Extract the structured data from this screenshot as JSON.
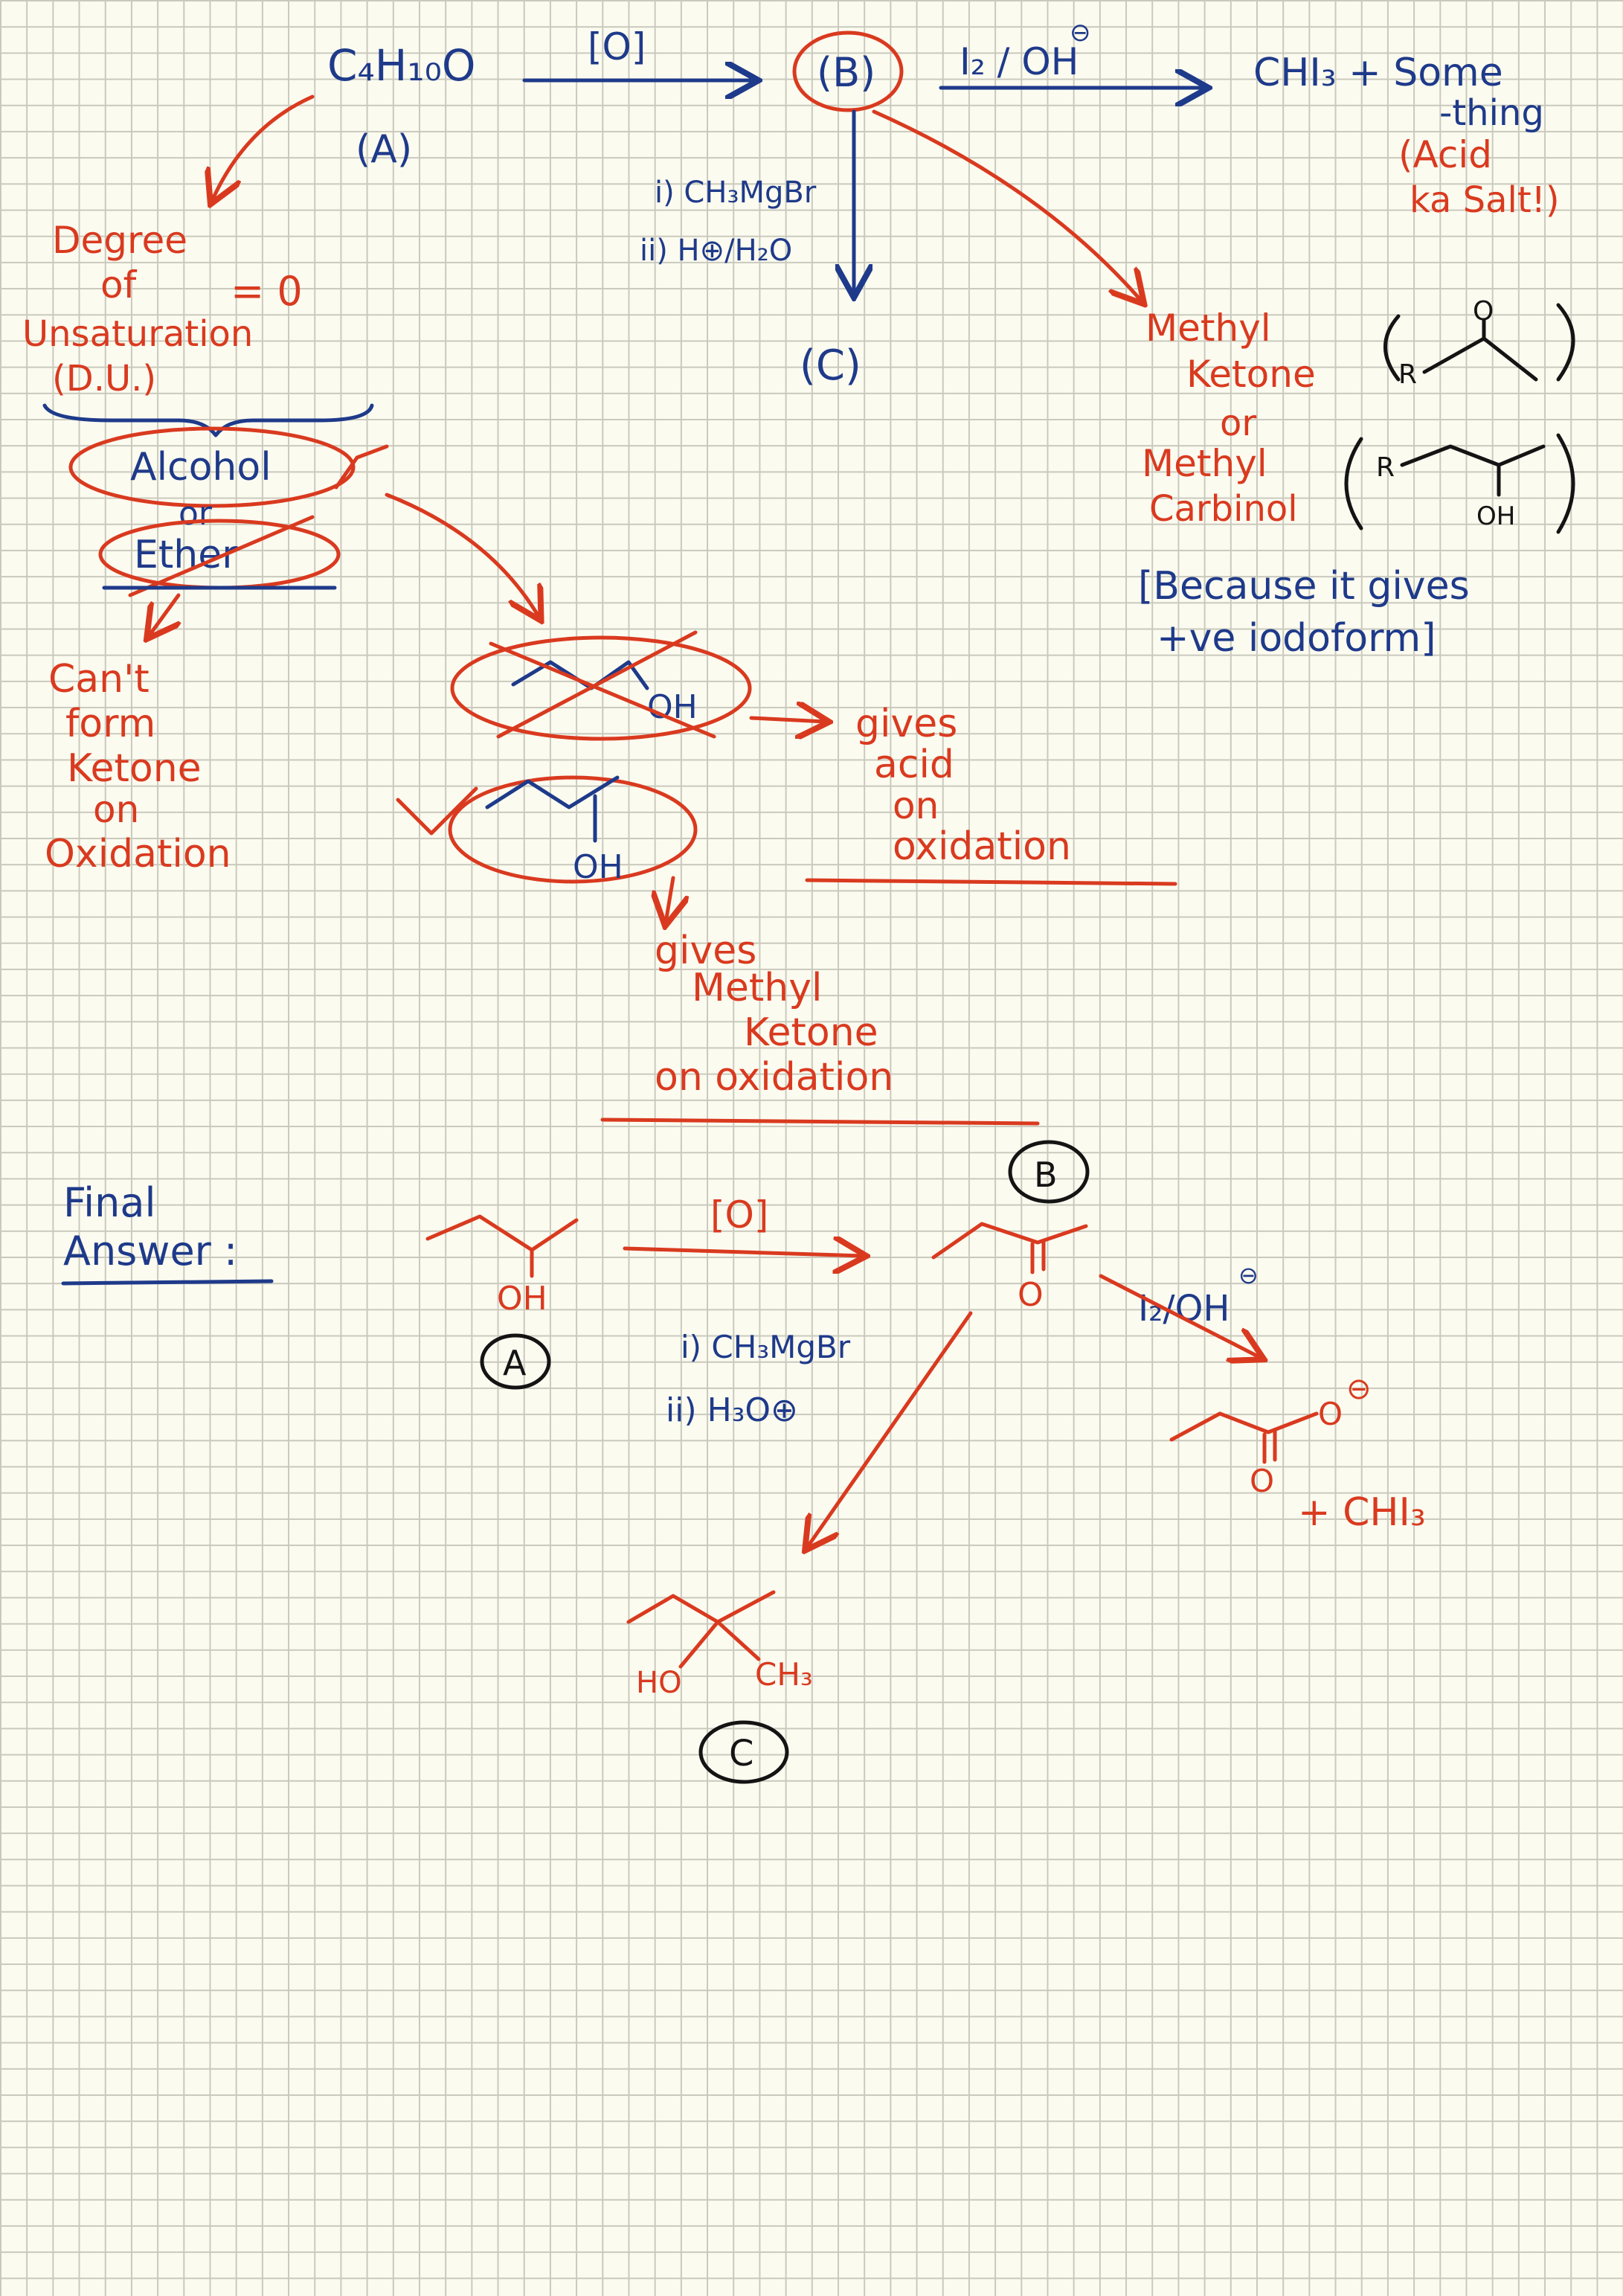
{
  "colors": {
    "blue_ink": "#1e3a8a",
    "red_ink": "#d93a1f",
    "black_ink": "#141414",
    "paper": "#fcfbf0",
    "grid": "#c9c9bd"
  },
  "top": {
    "formula": "C₄H₁₀O",
    "label_a": "(A)",
    "oxidation": "[O]",
    "label_b": "(B)",
    "iodoform_reagent": "I₂ / OH",
    "minus_sign": "⊖",
    "product": "CHI₃ + Some",
    "product_2": "-thing",
    "acid_note": [
      "(Acid",
      "ka Salt!)"
    ],
    "grignard": [
      "i) CH₃MgBr",
      "ii) H⊕/H₂O"
    ],
    "label_c": "(C)"
  },
  "du": {
    "lines": [
      "Degree",
      "of",
      "Unsaturation",
      "(D.U.)"
    ],
    "equals": "= 0"
  },
  "options": {
    "alcohol": "Alcohol",
    "or": "or",
    "ether": "Ether"
  },
  "ether_note": [
    "Can't",
    "form",
    "Ketone",
    "on",
    "Oxidation"
  ],
  "methyl": {
    "lines": [
      "Methyl",
      "Ketone",
      "or",
      "Methyl",
      "Carbinol"
    ],
    "r1": "R",
    "o1": "O",
    "r2": "R",
    "oh2": "OH",
    "because": [
      "[Because it gives",
      "+ve iodoform]"
    ]
  },
  "primary": {
    "oh": "OH",
    "note": [
      "gives",
      "acid",
      "on",
      "oxidation"
    ]
  },
  "secondary": {
    "oh": "OH",
    "note": [
      "gives",
      "Methyl",
      "Ketone",
      "on oxidation"
    ]
  },
  "final": {
    "label": [
      "Final",
      "Answer :"
    ],
    "a_oh": "OH",
    "a_label": "A",
    "oxidation": "[O]",
    "b_label": "B",
    "b_o": "O",
    "iodoform_reagent": "I₂/OH",
    "minus_sign": "⊖",
    "carboxylate_o": "O",
    "carboxylate_o2": "O",
    "carboxylate_charge": "⊖",
    "iodoform": "+ CHI₃",
    "grignard": [
      "i) CH₃MgBr",
      "ii) H₃O⊕"
    ],
    "c_ho": "HO",
    "c_ch3": "CH₃",
    "c_label": "C"
  }
}
